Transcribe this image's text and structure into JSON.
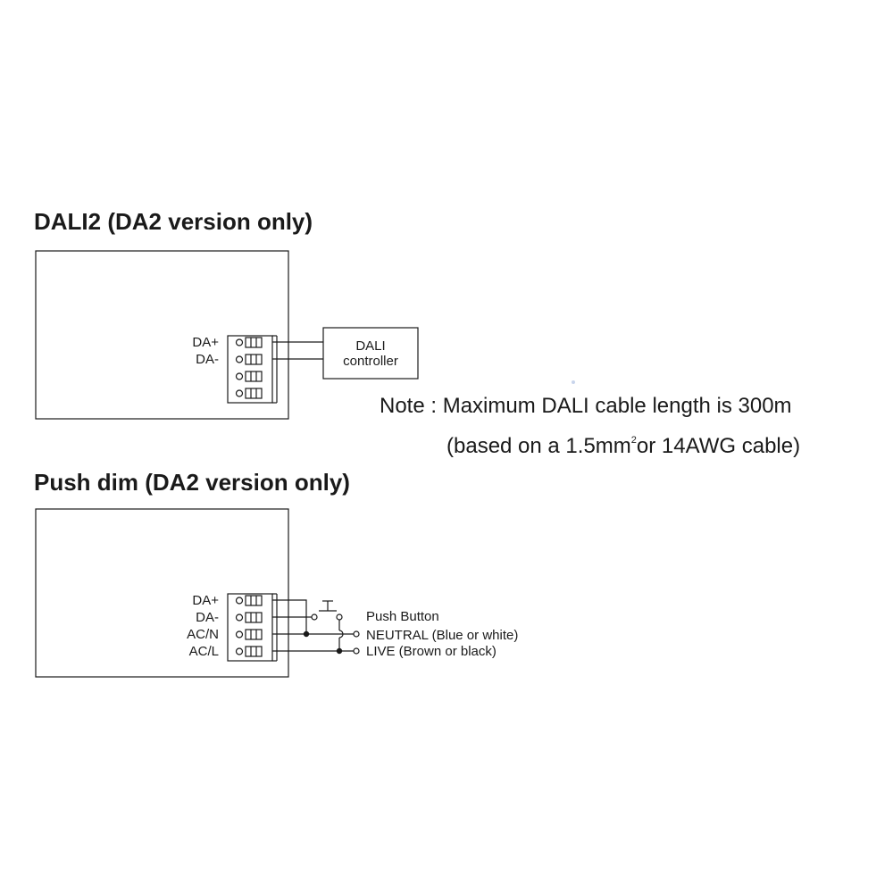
{
  "dali_section": {
    "title": "DALI2 (DA2 version only)",
    "terminal_labels": [
      "DA+",
      "DA-"
    ],
    "controller_lines": [
      "DALI",
      "controller"
    ],
    "note_line1": "Note : Maximum DALI cable length is 300m",
    "note_line2_before": "(based on a 1.5mm",
    "note_line2_sup": "2",
    "note_line2_after": "or 14AWG cable)"
  },
  "pushdim_section": {
    "title": "Push dim (DA2 version only)",
    "terminal_labels": [
      "DA+",
      "DA-",
      "AC/N",
      "AC/L"
    ],
    "push_button_label": "Push Button",
    "neutral_label": "NEUTRAL (Blue or white)",
    "live_label": "LIVE (Brown or black)"
  }
}
